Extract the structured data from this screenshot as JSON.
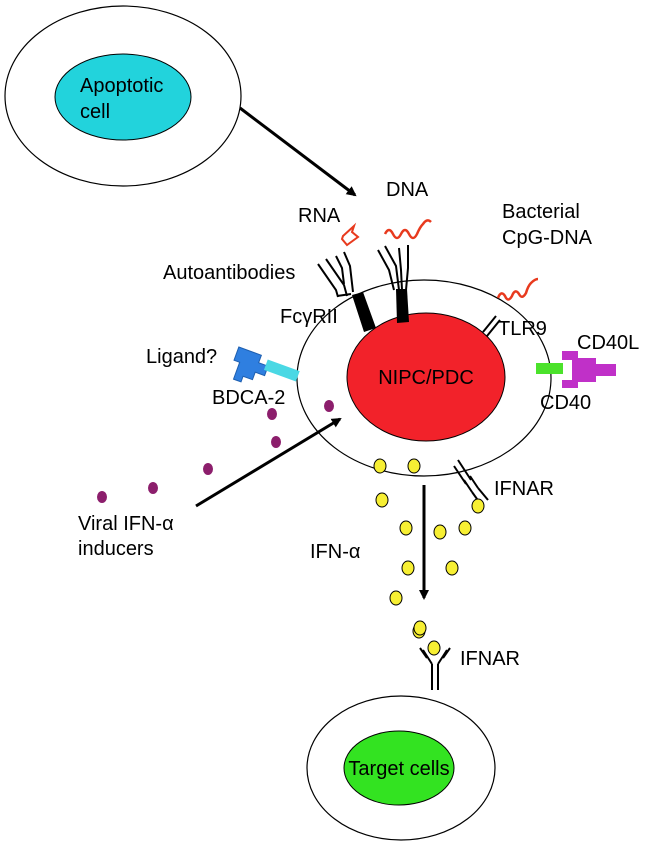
{
  "diagram": {
    "apoptotic_cell": "Apoptotic cell",
    "central_cell": "NIPC/PDC",
    "target_cell": "Target cells",
    "labels": {
      "rna": "RNA",
      "dna": "DNA",
      "bacterial": "Bacterial",
      "cpg_dna": "CpG-DNA",
      "autoantibodies": "Autoantibodies",
      "fcgrii": "FcγRII",
      "tlr9": "TLR9",
      "ligand": "Ligand?",
      "bdca2": "BDCA-2",
      "cd40l": "CD40L",
      "cd40": "CD40",
      "ifnar_pdc": "IFNAR",
      "ifn_alpha": "IFN-α",
      "ifnar_target": "IFNAR",
      "viral_line1": "Viral IFN-α",
      "viral_line2": "inducers"
    },
    "colors": {
      "apoptotic": "#22d3dc",
      "pdc_nucleus": "#f2222a",
      "target": "#33e321",
      "nucleic_acid": "#e83a1e",
      "ligand": "#2f7fe0",
      "bdca2": "#4ad8e4",
      "cd40": "#4be22b",
      "cd40l": "#c030c8",
      "ifn": "#f7ef33",
      "viral": "#8c1e6c"
    }
  }
}
